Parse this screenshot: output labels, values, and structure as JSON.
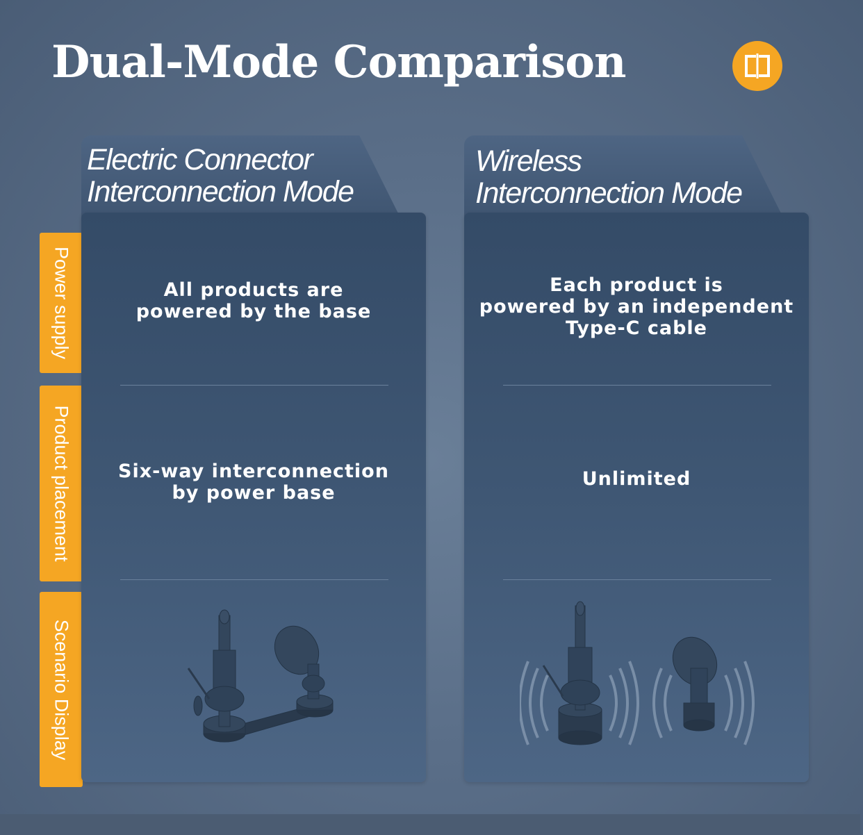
{
  "title": "Dual-Mode Comparison",
  "colors": {
    "accent": "#f5a623",
    "panel": "#3d5472",
    "text": "#ffffff"
  },
  "logo": {
    "icon": "split-square-icon"
  },
  "row_labels": [
    "Power supply",
    "Product placement",
    "Scenario Display"
  ],
  "columns": [
    {
      "heading": [
        "Electric Connector",
        "Interconnection Mode"
      ],
      "power_supply": [
        "All products are",
        "powered by the base"
      ],
      "placement": [
        "Six-way interconnection",
        "by power base"
      ],
      "scenario_icon": "connected-base-devices-illustration"
    },
    {
      "heading": [
        "Wireless",
        "Interconnection Mode"
      ],
      "power_supply": [
        "Each product is",
        "powered by an independent",
        "Type-C cable"
      ],
      "placement": [
        "Unlimited"
      ],
      "scenario_icon": "wireless-devices-illustration"
    }
  ]
}
